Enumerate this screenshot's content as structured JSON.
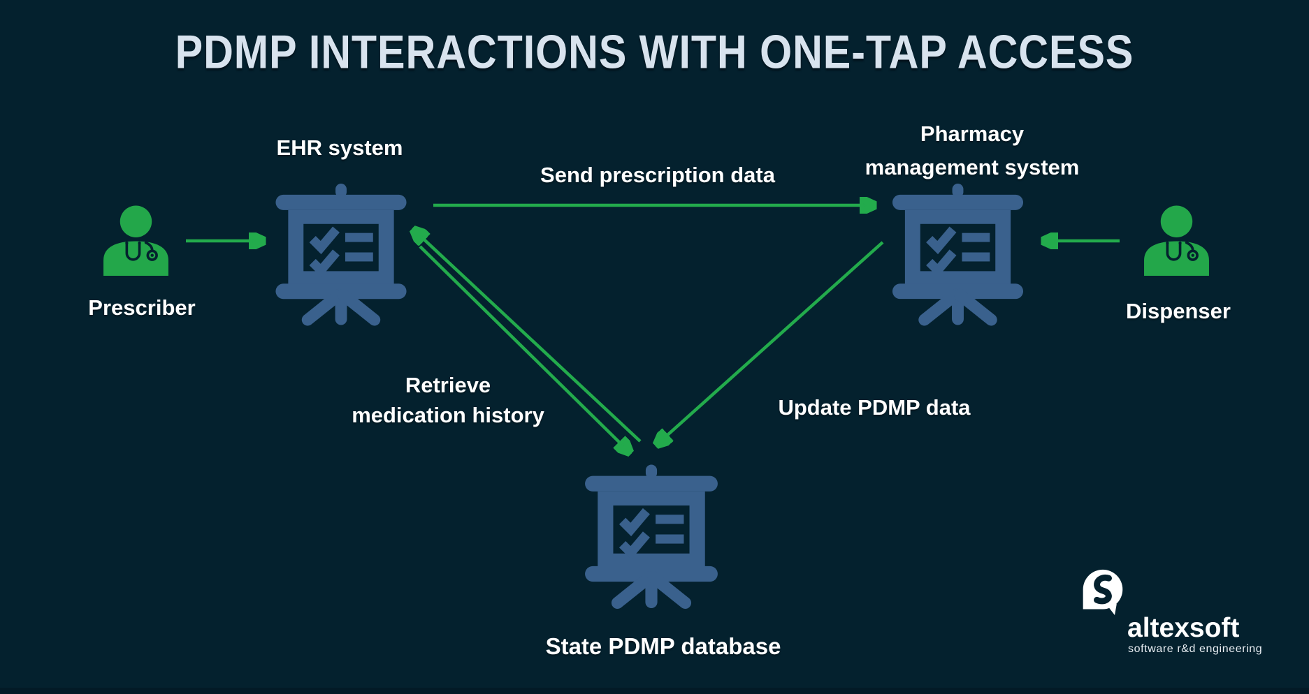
{
  "title": "PDMP INTERACTIONS WITH ONE-TAP ACCESS",
  "colors": {
    "background": "#04212e",
    "arrow_green": "#23ab4c",
    "icon_green": "#23a74a",
    "icon_blue": "#3a618d",
    "title_text": "#d8e3ee",
    "label_text": "#ffffff"
  },
  "nodes": {
    "prescriber": {
      "label": "Prescriber",
      "icon": "clinician-person-icon"
    },
    "ehr": {
      "label": "EHR system",
      "icon": "checklist-board-icon"
    },
    "pharmacy": {
      "label_line1": "Pharmacy",
      "label_line2": "management system",
      "icon": "checklist-board-icon"
    },
    "dispenser": {
      "label": "Dispenser",
      "icon": "clinician-person-icon"
    },
    "database": {
      "label": "State PDMP database",
      "icon": "checklist-board-icon"
    }
  },
  "edges": {
    "prescriber_to_ehr": {
      "from": "Prescriber",
      "to": "EHR system"
    },
    "ehr_to_pharmacy": {
      "from": "EHR system",
      "to": "Pharmacy management system",
      "label": "Send prescription data"
    },
    "dispenser_to_pharmacy": {
      "from": "Dispenser",
      "to": "Pharmacy management system"
    },
    "ehr_db_exchange": {
      "from": "EHR system",
      "to": "State PDMP database",
      "direction": "bidirectional",
      "label_line1": "Retrieve",
      "label_line2": "medication history"
    },
    "pharmacy_to_db": {
      "from": "Pharmacy management system",
      "to": "State PDMP database",
      "label": "Update PDMP data"
    }
  },
  "logo": {
    "brand": "altexsoft",
    "tagline": "software r&d engineering",
    "icon": "altexsoft-logo-icon"
  }
}
